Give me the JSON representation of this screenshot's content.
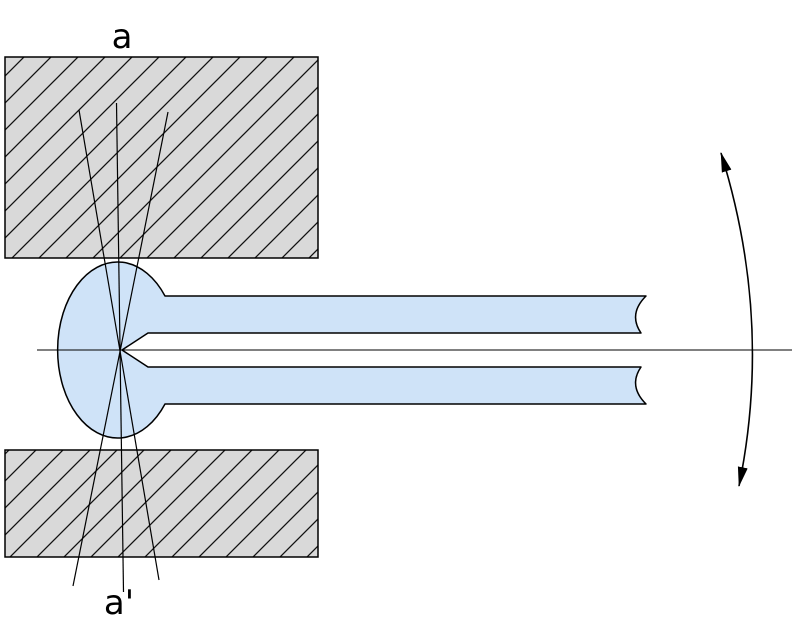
{
  "diagram": {
    "type": "mechanical-schematic",
    "labels": {
      "axis_top": "a",
      "axis_bottom": "a'"
    },
    "colors": {
      "background": "#ffffff",
      "block_fill": "#d9d9d9",
      "hatch_line": "#111111",
      "lever_fill": "#cfe3f8",
      "outline": "#000000",
      "line": "#000000"
    },
    "components": {
      "upper_block": "fixed-block-upper",
      "lower_block": "fixed-block-lower",
      "lever": "ball-ended-forked-lever",
      "pivot_lines": "pivot-axis-lines-a-aprime",
      "centerline": "horizontal-centerline",
      "motion_arrow": "double-headed-arc-arrow"
    }
  }
}
